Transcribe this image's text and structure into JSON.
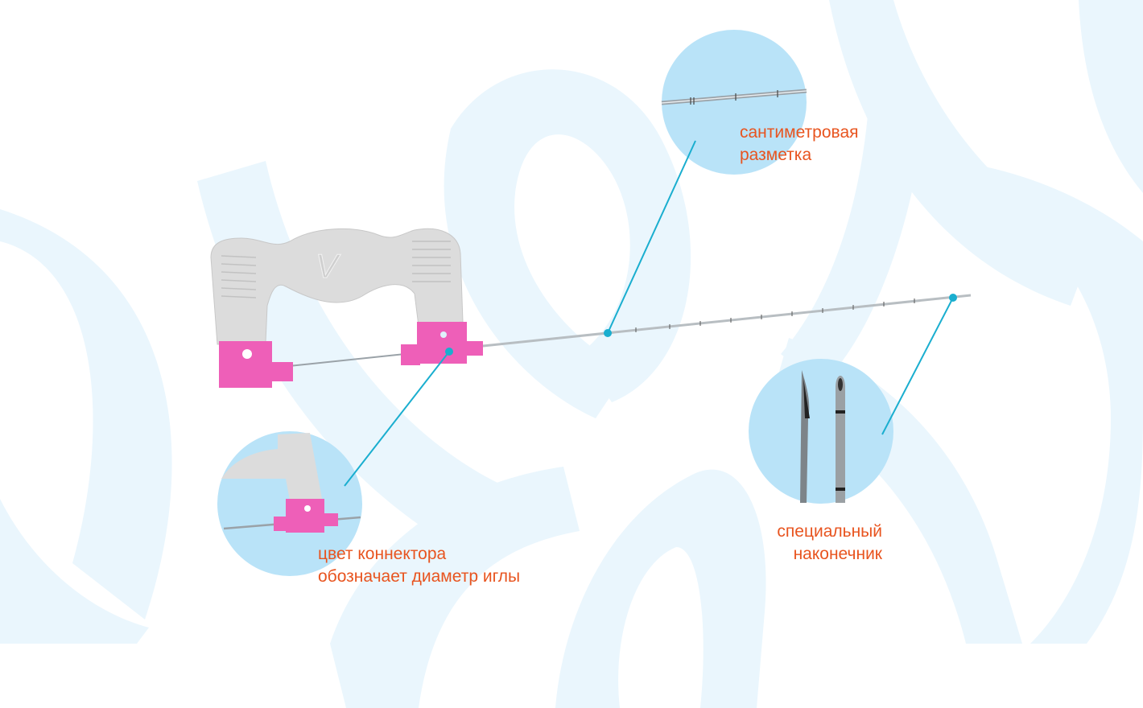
{
  "labels": {
    "markings": [
      "сантиметровая",
      "разметка"
    ],
    "connector": [
      "цвет коннектора",
      "обозначает диаметр иглы"
    ],
    "tip": [
      "специальный",
      "наконечник"
    ]
  },
  "logo_text": "V",
  "colors": {
    "background_shape": "#eaf6fd",
    "callout_circle": "#b9e3f8",
    "label_text": "#e8541f",
    "leader_line": "#1aaecf",
    "connector_pink": "#ee5fb8",
    "handle_grey": "#dcdcdc"
  }
}
